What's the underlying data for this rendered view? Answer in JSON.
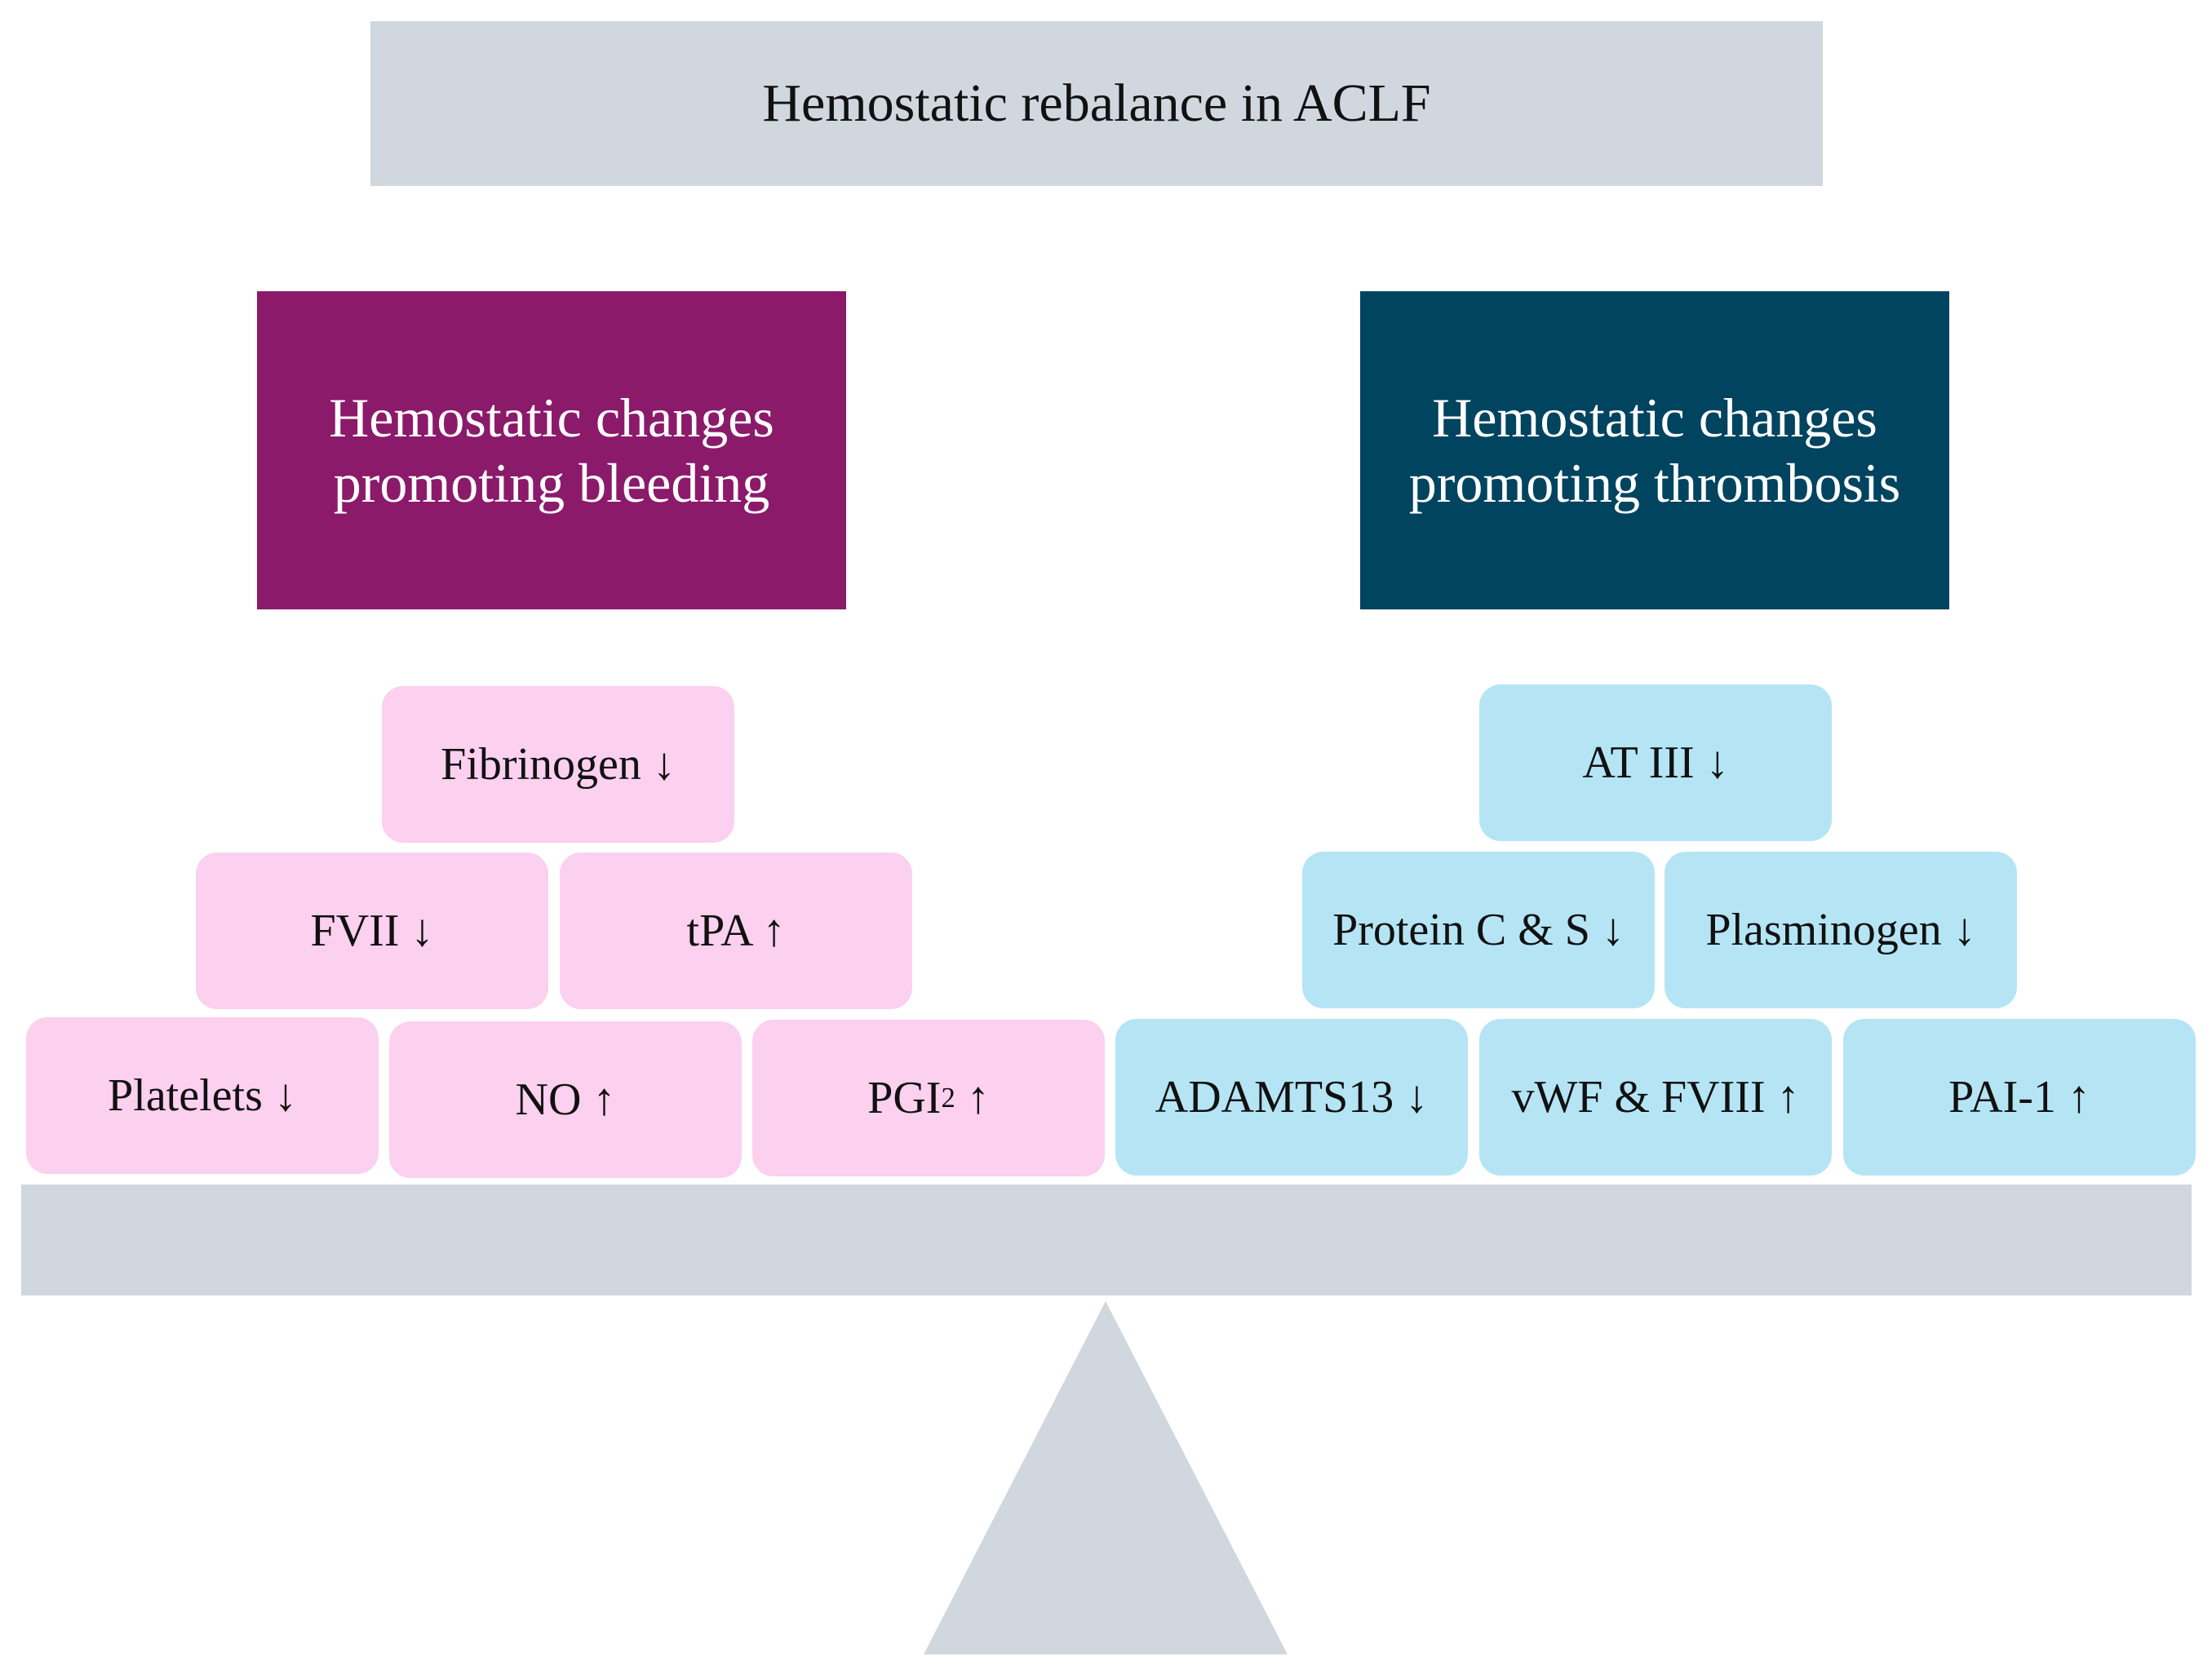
{
  "title": "Hemostatic rebalance in ACLF",
  "left_header": {
    "line1": "Hemostatic changes",
    "line2": "promoting bleeding"
  },
  "right_header": {
    "line1": "Hemostatic changes",
    "line2": "promoting thrombosis"
  },
  "bleeding_factors": {
    "fibrinogen": "Fibrinogen ↓",
    "fvii": "FVII ↓",
    "tpa": "tPA ↑",
    "platelets": "Platelets ↓",
    "no": "NO ↑",
    "pgi2": {
      "base": "PGI",
      "sub": "2",
      "arrow": " ↑"
    }
  },
  "thrombosis_factors": {
    "at3": "AT III ↓",
    "protein_cs": "Protein C & S ↓",
    "plasminogen": "Plasminogen ↓",
    "adamts13": "ADAMTS13 ↓",
    "vwf_fviii": "vWF & FVIII ↑",
    "pai1": "PAI-1 ↑"
  },
  "colors": {
    "title_bar": "#d1d7df",
    "bleeding_header": "#8b1a6b",
    "thrombosis_header": "#00445f",
    "bleeding_block": "#fcd0ef",
    "thrombosis_block": "#b5e5f5",
    "scale": "#d1d7df"
  }
}
